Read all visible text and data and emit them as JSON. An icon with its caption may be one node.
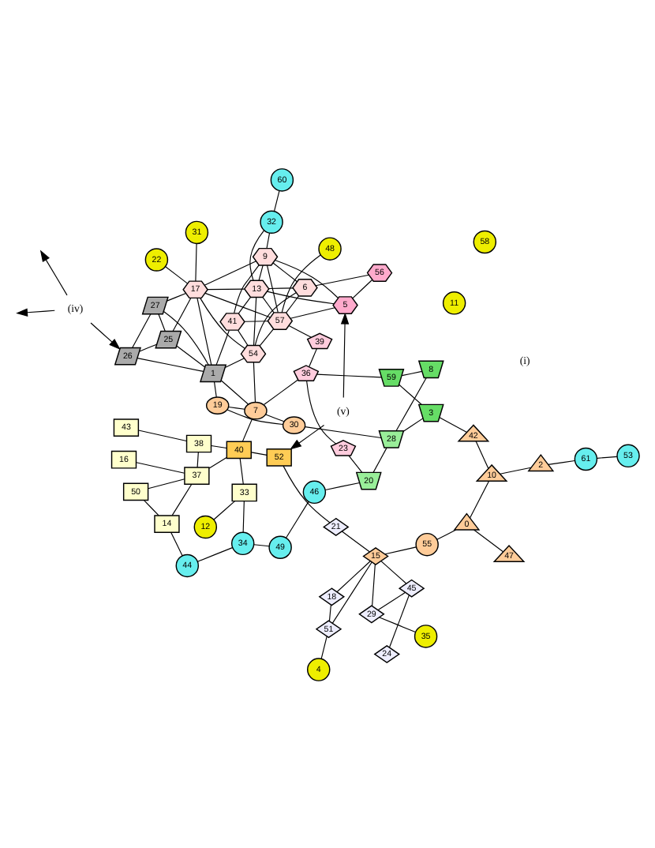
{
  "diagram": {
    "nodes": [
      {
        "text": [
          "55"
        ]
      },
      {
        "text": [
          "21"
        ]
      },
      {
        "text": [
          "18"
        ]
      },
      {
        "text": [
          "15"
        ]
      },
      {
        "text": [
          "11"
        ]
      },
      {
        "text": [
          "12"
        ]
      },
      {
        "text": [
          "34"
        ]
      },
      {
        "text": [
          "44"
        ]
      },
      {
        "text": [
          "24"
        ]
      },
      {
        "text": [
          "51"
        ]
      },
      {
        "text": [
          "4"
        ]
      },
      {
        "text": [
          "14"
        ]
      },
      {
        "text": [
          "50"
        ]
      },
      {
        "text": [
          "33"
        ]
      },
      {
        "text": [
          "45"
        ]
      },
      {
        "text": [
          "35"
        ]
      },
      {
        "text": [
          "29"
        ]
      },
      {
        "text": [
          "49"
        ]
      },
      {
        "text": [
          "(v)"
        ]
      },
      {
        "text": [
          "52"
        ]
      },
      {
        "text": [
          "16"
        ]
      },
      {
        "text": [
          "0"
        ]
      },
      {
        "text": [
          "10"
        ]
      },
      {
        "text": [
          "2"
        ]
      },
      {
        "text": [
          "46"
        ]
      },
      {
        "text": [
          "37"
        ]
      },
      {
        "text": [
          "47"
        ]
      },
      {
        "text": [
          "42"
        ]
      },
      {
        "text": [
          "40"
        ]
      },
      {
        "text": [
          "38"
        ]
      },
      {
        "text": [
          "43"
        ]
      },
      {
        "text": [
          "61"
        ]
      },
      {
        "text": [
          "20"
        ]
      },
      {
        "text": [
          "58"
        ]
      },
      {
        "text": [
          "48"
        ]
      },
      {
        "text": [
          "23"
        ]
      },
      {
        "text": [
          "8"
        ]
      },
      {
        "text": [
          "28"
        ]
      },
      {
        "text": [
          "53"
        ]
      },
      {
        "text": [
          "60"
        ]
      },
      {
        "text": [
          "57"
        ]
      },
      {
        "text": [
          "6"
        ]
      },
      {
        "text": [
          "39"
        ]
      },
      {
        "text": [
          "36"
        ]
      },
      {
        "text": [
          "59"
        ]
      },
      {
        "text": [
          "32"
        ]
      },
      {
        "text": [
          "9"
        ]
      },
      {
        "text": [
          "30"
        ]
      },
      {
        "text": [
          "3"
        ]
      },
      {
        "text": [
          "54"
        ]
      },
      {
        "text": [
          "7"
        ]
      },
      {
        "text": [
          "13"
        ]
      },
      {
        "text": [
          "5"
        ]
      },
      {
        "text": [
          "41"
        ]
      },
      {
        "text": [
          "19"
        ]
      },
      {
        "text": [
          "1"
        ]
      },
      {
        "text": [
          "56"
        ]
      },
      {
        "text": [
          "17"
        ]
      },
      {
        "text": [
          "25"
        ]
      },
      {
        "text": [
          "26"
        ]
      },
      {
        "text": [
          "31"
        ]
      },
      {
        "text": [
          "22"
        ]
      },
      {
        "text": [
          "(iv)"
        ]
      },
      {
        "text": [
          "27"
        ]
      }
    ],
    "edges": [
      {
        "from": 0,
        "to": 3,
        "arrow": "none"
      },
      {
        "from": 3,
        "to": 2,
        "arrow": "none"
      },
      {
        "from": 3,
        "to": 9,
        "arrow": "none"
      },
      {
        "from": 3,
        "to": 14,
        "arrow": "none"
      },
      {
        "from": 3,
        "to": 16,
        "arrow": "none"
      },
      {
        "from": 3,
        "to": 1,
        "arrow": "none"
      },
      {
        "from": 0,
        "to": 21,
        "arrow": "none"
      },
      {
        "from": 9,
        "to": 10,
        "arrow": "none"
      },
      {
        "from": 15,
        "to": 16,
        "arrow": "none"
      },
      {
        "from": 21,
        "to": 22,
        "arrow": "none"
      },
      {
        "from": 22,
        "to": 23,
        "arrow": "none"
      },
      {
        "from": 21,
        "to": 26,
        "arrow": "none"
      },
      {
        "from": 22,
        "to": 27,
        "arrow": "none"
      },
      {
        "from": 23,
        "to": 31,
        "arrow": "none"
      },
      {
        "from": 31,
        "to": 38,
        "arrow": "none"
      },
      {
        "from": 5,
        "to": 13,
        "arrow": "none"
      },
      {
        "from": 6,
        "to": 13,
        "arrow": "none"
      },
      {
        "from": 6,
        "to": 7,
        "arrow": "none"
      },
      {
        "from": 6,
        "to": 17,
        "arrow": "none"
      },
      {
        "from": 17,
        "to": 24,
        "arrow": "none"
      },
      {
        "from": 7,
        "to": 11,
        "arrow": "none"
      },
      {
        "from": 13,
        "to": 28,
        "arrow": "none"
      },
      {
        "from": 19,
        "to": 28,
        "arrow": "none"
      },
      {
        "from": 28,
        "to": 25,
        "arrow": "none"
      },
      {
        "from": 28,
        "to": 29,
        "arrow": "none"
      },
      {
        "from": 25,
        "to": 29,
        "arrow": "none"
      },
      {
        "from": 29,
        "to": 30,
        "arrow": "none"
      },
      {
        "from": 11,
        "to": 12,
        "arrow": "none"
      },
      {
        "from": 11,
        "to": 25,
        "arrow": "none"
      },
      {
        "from": 12,
        "to": 25,
        "arrow": "none"
      },
      {
        "from": 25,
        "to": 20,
        "arrow": "none"
      },
      {
        "from": 1,
        "to": 19,
        "arrow": "none"
      },
      {
        "from": 8,
        "to": 14,
        "arrow": "none"
      },
      {
        "from": 2,
        "to": 9,
        "arrow": "none"
      },
      {
        "from": 14,
        "to": 16,
        "arrow": "none"
      },
      {
        "from": 24,
        "to": 32,
        "arrow": "none"
      },
      {
        "from": 32,
        "to": 37,
        "arrow": "none"
      },
      {
        "from": 32,
        "to": 35,
        "arrow": "none"
      },
      {
        "from": 37,
        "to": 36,
        "arrow": "none"
      },
      {
        "from": 37,
        "to": 48,
        "arrow": "none"
      },
      {
        "from": 36,
        "to": 44,
        "arrow": "none"
      },
      {
        "from": 44,
        "to": 48,
        "arrow": "none"
      },
      {
        "from": 27,
        "to": 48,
        "arrow": "none"
      },
      {
        "from": 35,
        "to": 43,
        "arrow": "none"
      },
      {
        "from": 43,
        "to": 42,
        "arrow": "none"
      },
      {
        "from": 43,
        "to": 44,
        "arrow": "none"
      },
      {
        "from": 43,
        "to": 50,
        "arrow": "none"
      },
      {
        "from": 28,
        "to": 50,
        "arrow": "none"
      },
      {
        "from": 47,
        "to": 50,
        "arrow": "none"
      },
      {
        "from": 47,
        "to": 54,
        "arrow": "none"
      },
      {
        "from": 50,
        "to": 54,
        "arrow": "none"
      },
      {
        "from": 47,
        "to": 37,
        "arrow": "none"
      },
      {
        "from": 54,
        "to": 55,
        "arrow": "none"
      },
      {
        "from": 50,
        "to": 55,
        "arrow": "none"
      },
      {
        "from": 55,
        "to": 58,
        "arrow": "none"
      },
      {
        "from": 55,
        "to": 59,
        "arrow": "none"
      },
      {
        "from": 55,
        "to": 63,
        "arrow": "none"
      },
      {
        "from": 58,
        "to": 63,
        "arrow": "none"
      },
      {
        "from": 59,
        "to": 63,
        "arrow": "none"
      },
      {
        "from": 58,
        "to": 59,
        "arrow": "none"
      },
      {
        "from": 57,
        "to": 55,
        "arrow": "none"
      },
      {
        "from": 57,
        "to": 58,
        "arrow": "none"
      },
      {
        "from": 57,
        "to": 63,
        "arrow": "none"
      },
      {
        "from": 57,
        "to": 60,
        "arrow": "none"
      },
      {
        "from": 57,
        "to": 61,
        "arrow": "none"
      },
      {
        "from": 34,
        "to": 40,
        "arrow": "none"
      },
      {
        "from": 39,
        "to": 45,
        "arrow": "none"
      },
      {
        "from": 45,
        "to": 46,
        "arrow": "none"
      },
      {
        "from": 45,
        "to": 51,
        "arrow": "none"
      },
      {
        "from": 40,
        "to": 46,
        "arrow": "none"
      },
      {
        "from": 40,
        "to": 41,
        "arrow": "none"
      },
      {
        "from": 40,
        "to": 51,
        "arrow": "none"
      },
      {
        "from": 40,
        "to": 57,
        "arrow": "none"
      },
      {
        "from": 40,
        "to": 52,
        "arrow": "none"
      },
      {
        "from": 40,
        "to": 53,
        "arrow": "none"
      },
      {
        "from": 40,
        "to": 49,
        "arrow": "none"
      },
      {
        "from": 40,
        "to": 42,
        "arrow": "none"
      },
      {
        "from": 46,
        "to": 41,
        "arrow": "none"
      },
      {
        "from": 46,
        "to": 51,
        "arrow": "none"
      },
      {
        "from": 46,
        "to": 52,
        "arrow": "none"
      },
      {
        "from": 46,
        "to": 57,
        "arrow": "none"
      },
      {
        "from": 46,
        "to": 53,
        "arrow": "none"
      },
      {
        "from": 41,
        "to": 49,
        "arrow": "none"
      },
      {
        "from": 41,
        "to": 51,
        "arrow": "none"
      },
      {
        "from": 41,
        "to": 56,
        "arrow": "none"
      },
      {
        "from": 51,
        "to": 52,
        "arrow": "none"
      },
      {
        "from": 51,
        "to": 49,
        "arrow": "none"
      },
      {
        "from": 51,
        "to": 53,
        "arrow": "none"
      },
      {
        "from": 51,
        "to": 57,
        "arrow": "none"
      },
      {
        "from": 49,
        "to": 53,
        "arrow": "none"
      },
      {
        "from": 49,
        "to": 57,
        "arrow": "none"
      },
      {
        "from": 49,
        "to": 55,
        "arrow": "none"
      },
      {
        "from": 53,
        "to": 55,
        "arrow": "none"
      },
      {
        "from": 52,
        "to": 56,
        "arrow": "none"
      },
      {
        "from": 49,
        "to": 50,
        "arrow": "none"
      },
      {
        "from": 18,
        "to": 52,
        "arrow": "to"
      },
      {
        "from": 18,
        "to": 19,
        "arrow": "to"
      },
      {
        "from": 62,
        "to": null,
        "arrow": "to"
      },
      {
        "from": 62,
        "to": 59,
        "arrow": "to"
      },
      {
        "from": 62,
        "to": null,
        "arrow": "to"
      }
    ],
    "labels": [
      "(i)"
    ]
  }
}
